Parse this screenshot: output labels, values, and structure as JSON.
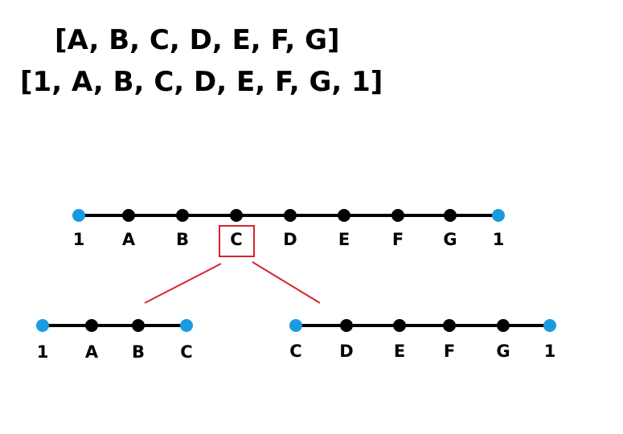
{
  "arrays": {
    "original": "[A, B, C, D, E, F, G]",
    "padded": "[1, A, B, C, D, E, F, G, 1]"
  },
  "colors": {
    "line": "#000000",
    "inner_node": "#000000",
    "boundary_node": "#1a9be0",
    "highlight": "#d9232a"
  },
  "chains": {
    "top": {
      "nodes": [
        {
          "label": "1",
          "kind": "boundary"
        },
        {
          "label": "A",
          "kind": "inner"
        },
        {
          "label": "B",
          "kind": "inner"
        },
        {
          "label": "C",
          "kind": "inner",
          "highlighted": true
        },
        {
          "label": "D",
          "kind": "inner"
        },
        {
          "label": "E",
          "kind": "inner"
        },
        {
          "label": "F",
          "kind": "inner"
        },
        {
          "label": "G",
          "kind": "inner"
        },
        {
          "label": "1",
          "kind": "boundary"
        }
      ]
    },
    "left": {
      "nodes": [
        {
          "label": "1",
          "kind": "boundary"
        },
        {
          "label": "A",
          "kind": "inner"
        },
        {
          "label": "B",
          "kind": "inner"
        },
        {
          "label": "C",
          "kind": "boundary"
        }
      ]
    },
    "right": {
      "nodes": [
        {
          "label": "C",
          "kind": "boundary"
        },
        {
          "label": "D",
          "kind": "inner"
        },
        {
          "label": "E",
          "kind": "inner"
        },
        {
          "label": "F",
          "kind": "inner"
        },
        {
          "label": "G",
          "kind": "inner"
        },
        {
          "label": "1",
          "kind": "boundary"
        }
      ]
    }
  }
}
